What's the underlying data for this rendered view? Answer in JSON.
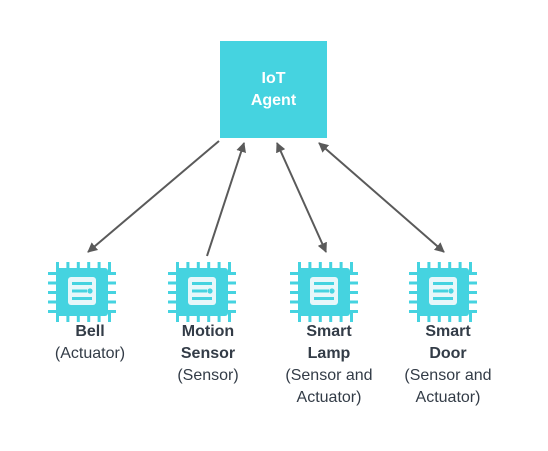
{
  "agent": {
    "line1": "IoT",
    "line2": "Agent"
  },
  "colors": {
    "accent": "#45d3e0",
    "chip_glyph": "#e7f7fa",
    "arrow": "#5a5a5a",
    "text": "#333c47"
  },
  "devices": [
    {
      "name_lines": [
        "Bell"
      ],
      "role_lines": [
        "(Actuator)"
      ],
      "icon": "chip-icon",
      "arrow": "agent-to-device"
    },
    {
      "name_lines": [
        "Motion",
        "Sensor"
      ],
      "role_lines": [
        "(Sensor)"
      ],
      "icon": "chip-icon",
      "arrow": "device-to-agent"
    },
    {
      "name_lines": [
        "Smart",
        "Lamp"
      ],
      "role_lines": [
        "(Sensor and",
        "Actuator)"
      ],
      "icon": "chip-icon",
      "arrow": "bidirectional"
    },
    {
      "name_lines": [
        "Smart",
        "Door"
      ],
      "role_lines": [
        "(Sensor and",
        "Actuator)"
      ],
      "icon": "chip-icon",
      "arrow": "bidirectional"
    }
  ]
}
